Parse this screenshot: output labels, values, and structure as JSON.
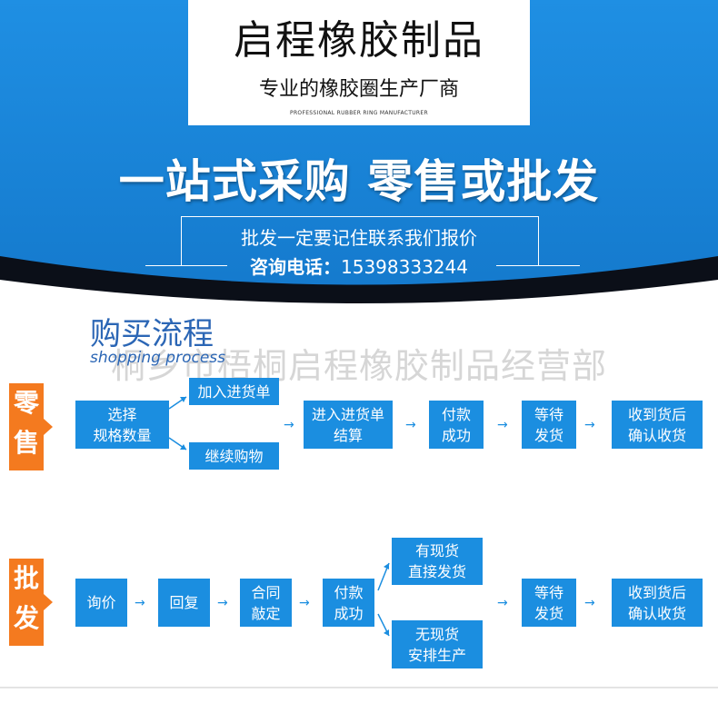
{
  "header": {
    "brand": "启程橡胶制品",
    "subtitle": "专业的橡胶圈生产厂商",
    "english": "PROFESSIONAL RUBBER RING MANUFACTURER",
    "slogan": "一站式采购 零售或批发",
    "contact_line": "批发一定要记住联系我们报价",
    "phone_label": "咨询电话：",
    "phone": "15398333244"
  },
  "section": {
    "title": "购买流程",
    "subtitle": "shopping process",
    "watermark": "桐乡市梧桐启程橡胶制品经营部"
  },
  "retail": {
    "tag": [
      "零",
      "售"
    ],
    "steps": {
      "select": [
        "选择",
        "规格数量"
      ],
      "add_cart": "加入进货单",
      "continue": "继续购物",
      "checkout": [
        "进入进货单",
        "结算"
      ],
      "paid": [
        "付款",
        "成功"
      ],
      "wait": [
        "等待",
        "发货"
      ],
      "confirm": [
        "收到货后",
        "确认收货"
      ]
    }
  },
  "wholesale": {
    "tag": [
      "批",
      "发"
    ],
    "steps": {
      "inquiry": "询价",
      "reply": "回复",
      "contract": [
        "合同",
        "敲定"
      ],
      "paid": [
        "付款",
        "成功"
      ],
      "in_stock": [
        "有现货",
        "直接发货"
      ],
      "no_stock": [
        "无现货",
        "安排生产"
      ],
      "wait": [
        "等待",
        "发货"
      ],
      "confirm": [
        "收到货后",
        "确认收货"
      ]
    }
  },
  "arrow_glyph": "→",
  "colors": {
    "banner_blue": "#1b8ee0",
    "dark_band": "#0b0f18",
    "box_blue": "#1b8ee0",
    "tag_orange": "#f47a1f",
    "title_blue": "#2b66b5"
  }
}
